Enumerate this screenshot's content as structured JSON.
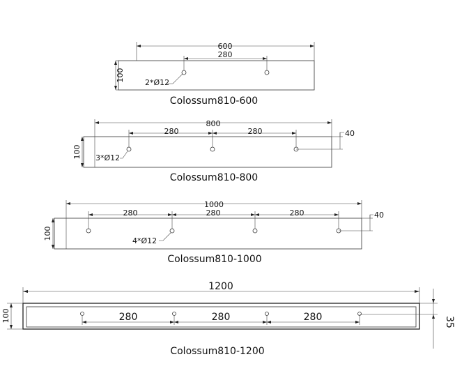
{
  "drawing_600": {
    "overall": "600",
    "spacing": "280",
    "height": "100",
    "holes_note": "2*Ø12",
    "caption": "Colossum810-600"
  },
  "drawing_800": {
    "overall": "800",
    "spacing_1": "280",
    "spacing_2": "280",
    "offset": "40",
    "height": "100",
    "holes_note": "3*Ø12",
    "caption": "Colossum810-800"
  },
  "drawing_1000": {
    "overall": "1000",
    "spacing_1": "280",
    "spacing_2": "280",
    "spacing_3": "280",
    "offset": "40",
    "height": "100",
    "holes_note": "4*Ø12",
    "caption": "Colossum810-1000"
  },
  "drawing_1200": {
    "overall": "1200",
    "spacing_1": "280",
    "spacing_2": "280",
    "spacing_3": "280",
    "offset": "35",
    "height": "100",
    "caption": "Colossum810-1200"
  }
}
